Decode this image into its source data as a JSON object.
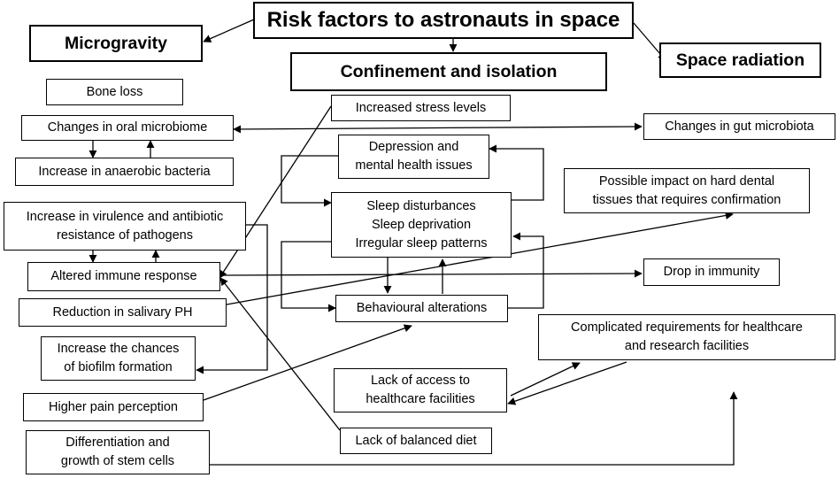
{
  "diagram": {
    "title": "Risk factors to astronauts in space",
    "categories": {
      "microgravity": "Microgravity",
      "confinement": "Confinement and isolation",
      "radiation": "Space radiation"
    },
    "nodes": {
      "bone_loss": "Bone loss",
      "oral_microbiome": "Changes in oral microbiome",
      "anaerobic": "Increase in anaerobic bacteria",
      "virulence": "Increase in virulence and antibiotic\nresistance of pathogens",
      "immune": "Altered immune response",
      "salivary": "Reduction in salivary PH",
      "biofilm": "Increase the chances\nof biofilm formation",
      "pain": "Higher pain perception",
      "stem_cells": "Differentiation and\ngrowth of stem cells",
      "stress": "Increased stress levels",
      "depression": "Depression and\nmental health issues",
      "sleep": "Sleep disturbances\nSleep deprivation\nIrregular sleep patterns",
      "behaviour": "Behavioural alterations",
      "healthcare_access": "Lack of access to\nhealthcare facilities",
      "diet": "Lack of balanced diet",
      "gut": "Changes in gut microbiota",
      "dental": "Possible impact on hard dental\ntissues that requires confirmation",
      "immunity": "Drop in immunity",
      "complicated": "Complicated requirements for healthcare\nand research facilities"
    }
  }
}
